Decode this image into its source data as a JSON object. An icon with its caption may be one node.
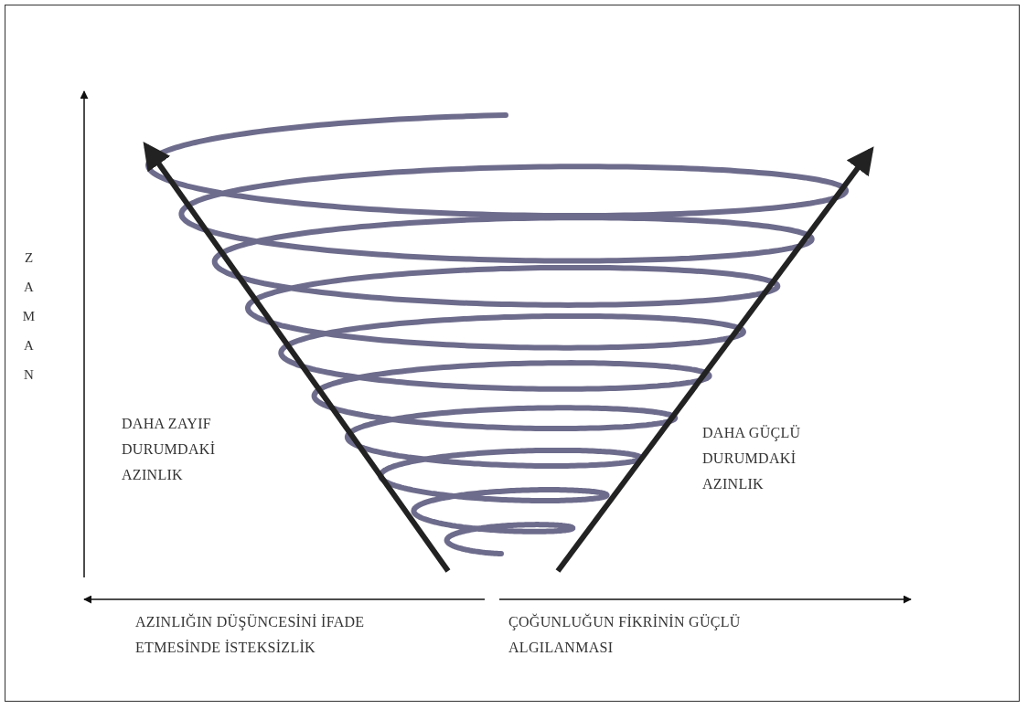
{
  "diagram": {
    "labels": [
      "ZAMAN",
      "DAHA ZAYIF DURUMDAKİ AZINLIK",
      "DAHA GÜÇLÜ DURUMDAKİ AZINLIK",
      "AZINLIĞIN DÜŞÜNCESİNİ İFADE ETMESİNDE İSTEKSİZLİK",
      "ÇOĞUNLUĞUN FİKRİNİN GÜÇLÜ ALGILANMASI"
    ]
  }
}
